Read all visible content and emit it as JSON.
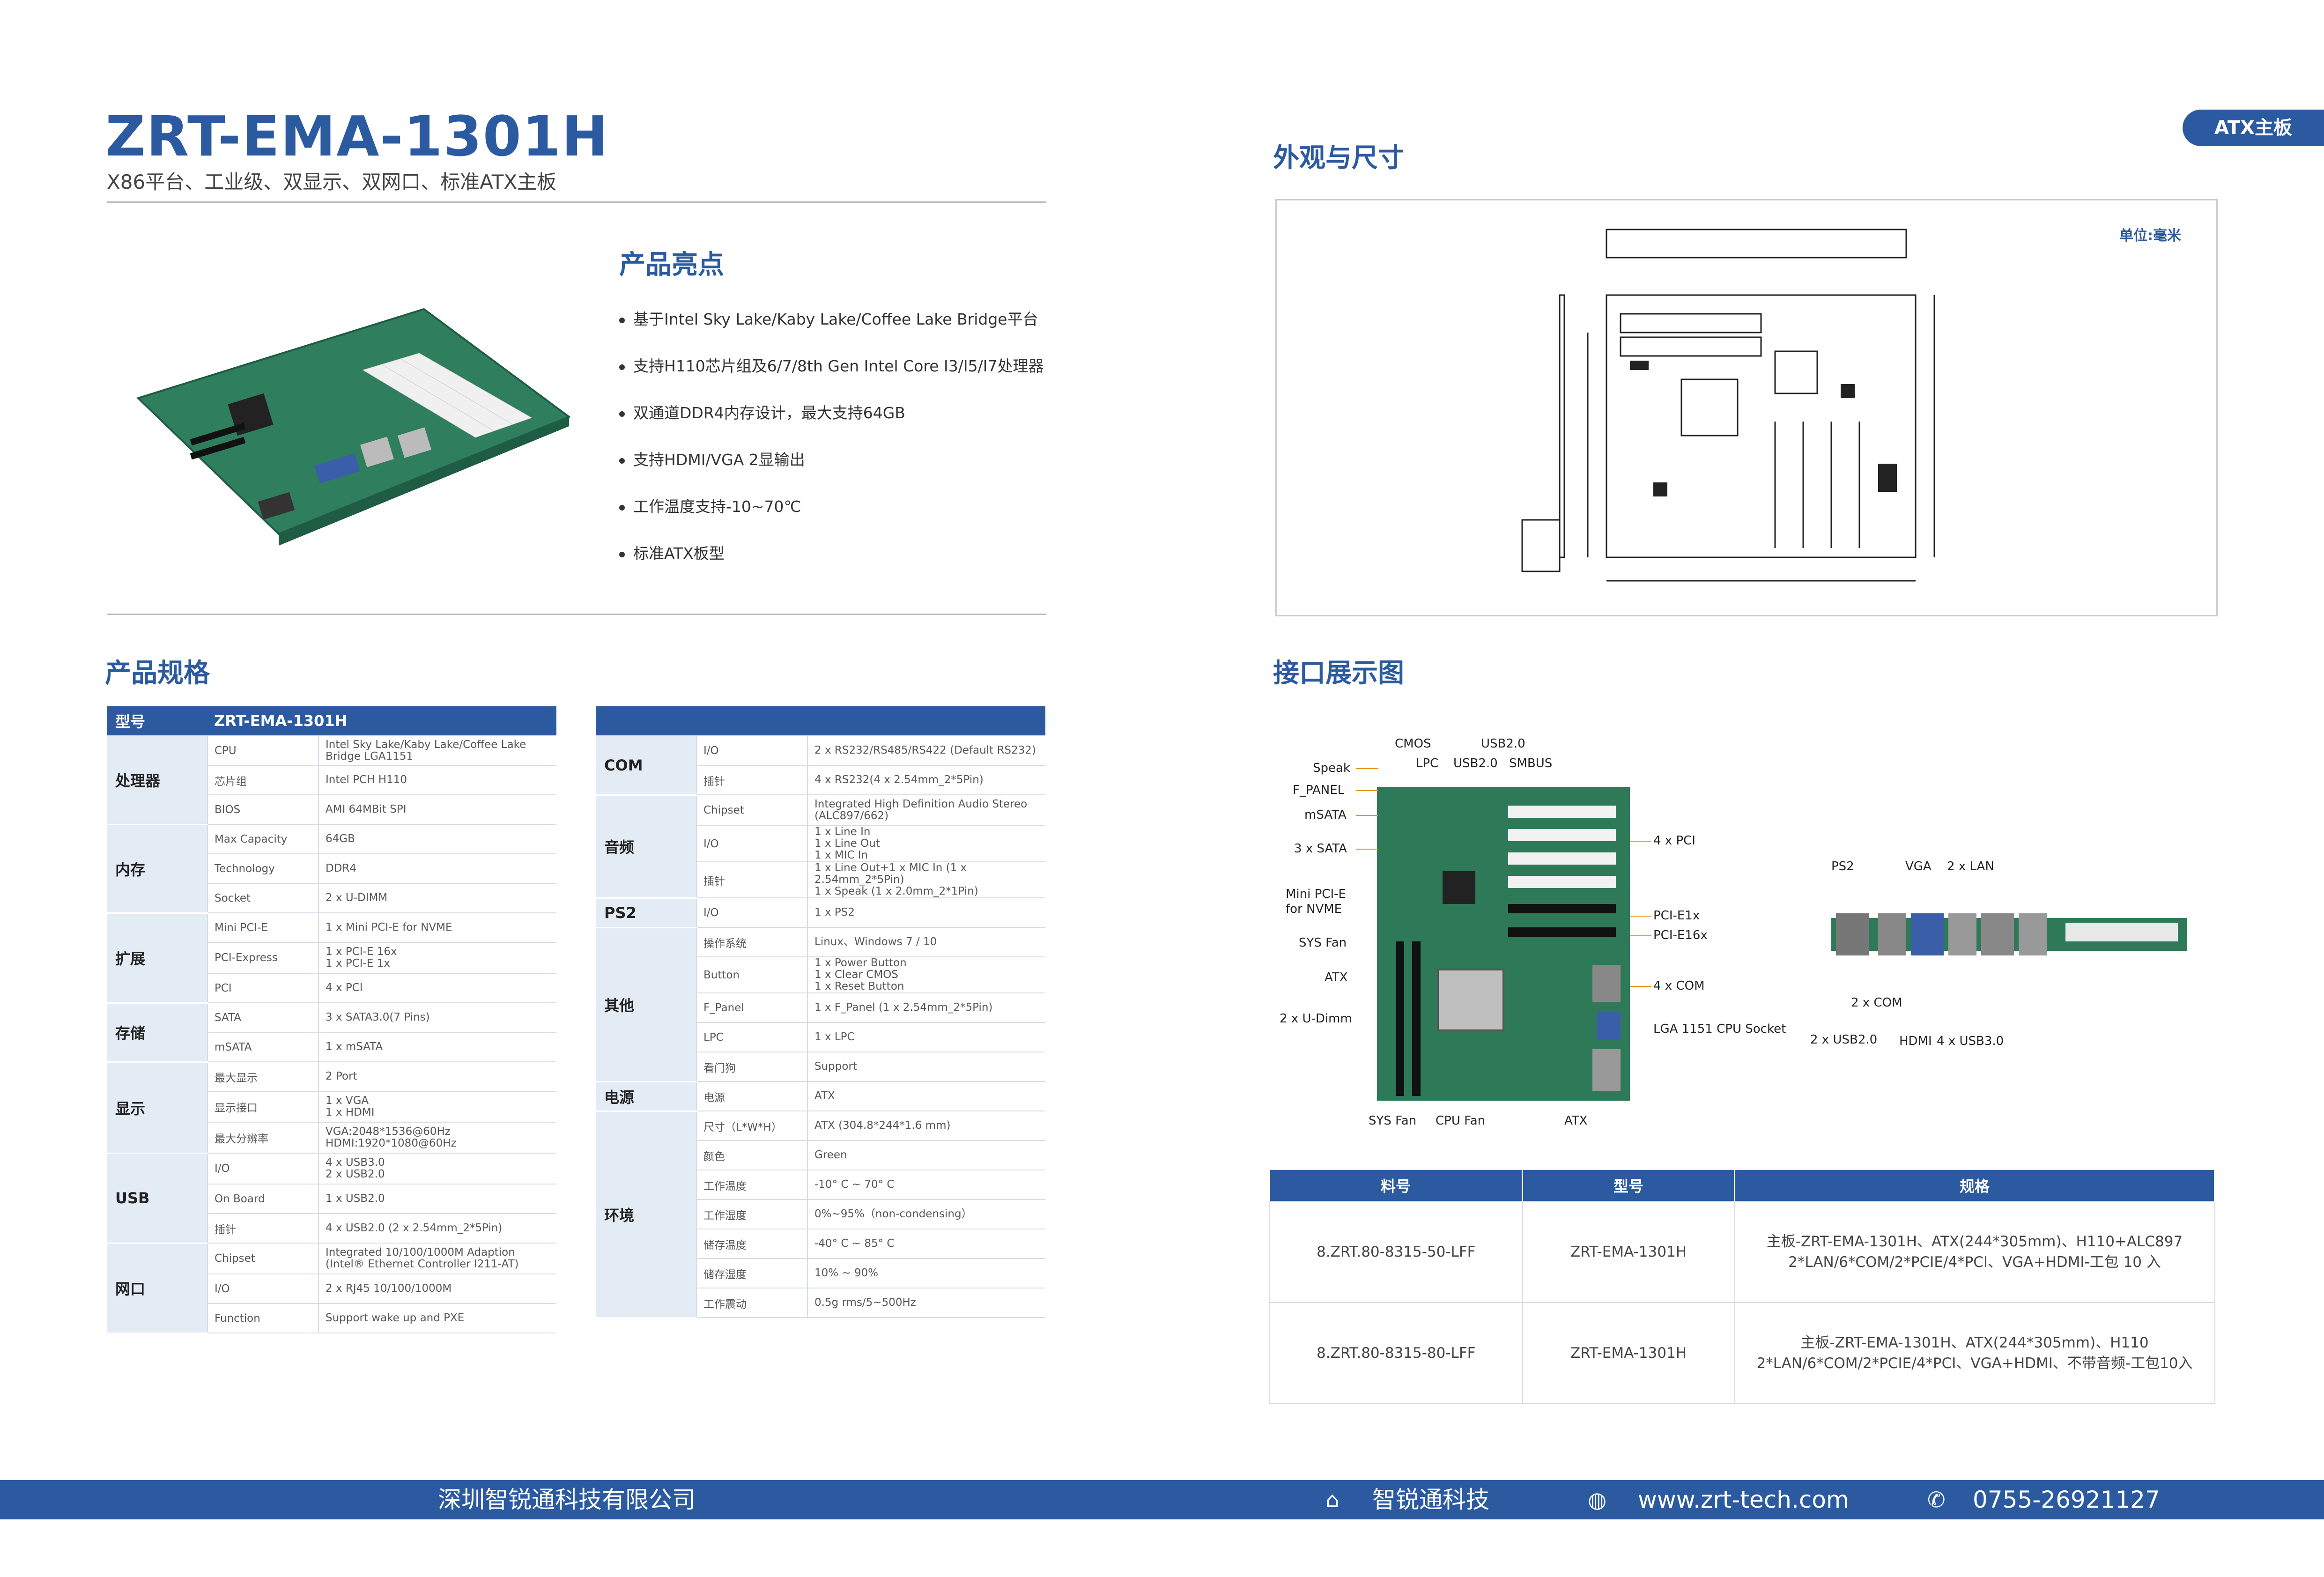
{
  "header": {
    "title": "ZRT-EMA-1301H",
    "subtitle": "X86平台、工业级、双显示、双网口、标准ATX主板",
    "badge": "ATX主板"
  },
  "highlights": {
    "heading": "产品亮点",
    "items": [
      "基于Intel Sky Lake/Kaby Lake/Coffee Lake Bridge平台",
      "支持H110芯片组及6/7/8th Gen Intel Core I3/I5/I7处理器",
      "双通道DDR4内存设计，最大支持64GB",
      "支持HDMI/VGA 2显输出",
      "工作温度支持-10~70℃",
      "标准ATX板型"
    ]
  },
  "dimensions": {
    "heading": "外观与尺寸",
    "unit": "单位:毫米"
  },
  "specs": {
    "heading": "产品规格",
    "left": {
      "head_label": "型号",
      "head_value": "ZRT-EMA-1301H",
      "groups": [
        {
          "cat": "处理器",
          "rows": [
            [
              "CPU",
              "Intel Sky Lake/Kaby Lake/Coffee Lake Bridge LGA1151"
            ],
            [
              "芯片组",
              "Intel PCH H110"
            ],
            [
              "BIOS",
              "AMI 64MBit SPI"
            ]
          ]
        },
        {
          "cat": "内存",
          "rows": [
            [
              "Max Capacity",
              "64GB"
            ],
            [
              "Technology",
              "DDR4"
            ],
            [
              "Socket",
              "2 x U-DIMM"
            ]
          ]
        },
        {
          "cat": "扩展",
          "rows": [
            [
              "Mini PCI-E",
              "1 x Mini PCI-E for NVME"
            ],
            [
              "PCI-Express",
              "1 x PCI-E 16x\n1 x PCI-E 1x"
            ],
            [
              "PCI",
              "4 x PCI"
            ]
          ]
        },
        {
          "cat": "存储",
          "rows": [
            [
              "SATA",
              "3 x SATA3.0(7 Pins)"
            ],
            [
              "mSATA",
              "1 x mSATA"
            ]
          ]
        },
        {
          "cat": "显示",
          "rows": [
            [
              "最大显示",
              "2 Port"
            ],
            [
              "显示接口",
              "1 x VGA\n1 x HDMI"
            ],
            [
              "最大分辨率",
              "VGA:2048*1536@60Hz\nHDMI:1920*1080@60Hz"
            ]
          ]
        },
        {
          "cat": "USB",
          "rows": [
            [
              "I/O",
              "4 x USB3.0\n2 x USB2.0"
            ],
            [
              "On Board",
              "1 x USB2.0"
            ],
            [
              "插针",
              "4 x USB2.0 (2 x 2.54mm_2*5Pin)"
            ]
          ]
        },
        {
          "cat": "网口",
          "rows": [
            [
              "Chipset",
              "Integrated 10/100/1000M Adaption\n(Intel® Ethernet Controller I211-AT)"
            ],
            [
              "I/O",
              "2 x RJ45 10/100/1000M"
            ],
            [
              "Function",
              "Support wake up and PXE"
            ]
          ]
        }
      ]
    },
    "right": {
      "groups": [
        {
          "cat": "COM",
          "rows": [
            [
              "I/O",
              "2 x RS232/RS485/RS422 (Default RS232)"
            ],
            [
              "插针",
              "4 x RS232(4 x 2.54mm_2*5Pin)"
            ]
          ]
        },
        {
          "cat": "音频",
          "rows": [
            [
              "Chipset",
              "Integrated High Definition Audio Stereo\n(ALC897/662)"
            ],
            [
              "I/O",
              "1 x Line In\n1 x Line Out\n1 x MIC In"
            ],
            [
              "插针",
              "1 x Line Out+1 x MIC In (1 x 2.54mm_2*5Pin)\n1 x Speak (1 x 2.0mm_2*1Pin)"
            ]
          ]
        },
        {
          "cat": "PS2",
          "rows": [
            [
              "I/O",
              "1 x PS2"
            ]
          ]
        },
        {
          "cat": "其他",
          "rows": [
            [
              "操作系统",
              "Linux、Windows 7 / 10"
            ],
            [
              "Button",
              "1 x Power Button\n1 x Clear CMOS\n1 x Reset Button"
            ],
            [
              "F_Panel",
              "1 x F_Panel (1 x 2.54mm_2*5Pin)"
            ],
            [
              "LPC",
              "1 x LPC"
            ],
            [
              "看门狗",
              "Support"
            ]
          ]
        },
        {
          "cat": "电源",
          "rows": [
            [
              "电源",
              "ATX"
            ]
          ]
        },
        {
          "cat": "环境",
          "rows": [
            [
              "尺寸（L*W*H）",
              "ATX (304.8*244*1.6 mm)"
            ],
            [
              "颜色",
              "Green"
            ],
            [
              "工作温度",
              "-10° C ~ 70° C"
            ],
            [
              "工作湿度",
              "0%~95%（non-condensing）"
            ],
            [
              "储存温度",
              "-40° C ~ 85° C"
            ],
            [
              "储存湿度",
              "10% ~ 90%"
            ],
            [
              "工作震动",
              "0.5g rms/5~500Hz"
            ]
          ]
        }
      ]
    }
  },
  "interfaces": {
    "heading": "接口展示图",
    "labels_left": [
      "Speak",
      "F_PANEL",
      "mSATA",
      "3 x SATA",
      "Mini PCI-E\nfor NVME",
      "SYS Fan",
      "ATX",
      "2 x U-Dimm"
    ],
    "labels_top": [
      "CMOS",
      "USB2.0",
      "LPC",
      "USB2.0",
      "SMBUS"
    ],
    "labels_right": [
      "4 x PCI",
      "PCI-E1x",
      "PCI-E16x",
      "4 x COM",
      "LGA 1151 CPU Socket"
    ],
    "labels_bottom": [
      "SYS Fan",
      "CPU Fan",
      "ATX"
    ],
    "io_labels": [
      "PS2",
      "VGA",
      "2 x LAN",
      "2 x COM",
      "2 x USB2.0",
      "HDMI",
      "4 x USB3.0"
    ]
  },
  "order": {
    "headers": [
      "料号",
      "型号",
      "规格"
    ],
    "rows": [
      [
        "8.ZRT.80-8315-50-LFF",
        "ZRT-EMA-1301H",
        "主板-ZRT-EMA-1301H、ATX(244*305mm)、H110+ALC897\n2*LAN/6*COM/2*PCIE/4*PCI、VGA+HDMI-工包 10 入"
      ],
      [
        "8.ZRT.80-8315-80-LFF",
        "ZRT-EMA-1301H",
        "主板-ZRT-EMA-1301H、ATX(244*305mm)、H110\n2*LAN/6*COM/2*PCIE/4*PCI、VGA+HDMI、不带音频-工包10入"
      ]
    ]
  },
  "footer": {
    "company": "深圳智锐通科技有限公司",
    "brand": "智锐通科技",
    "web": "www.zrt-tech.com",
    "phone": "0755-26921127"
  }
}
